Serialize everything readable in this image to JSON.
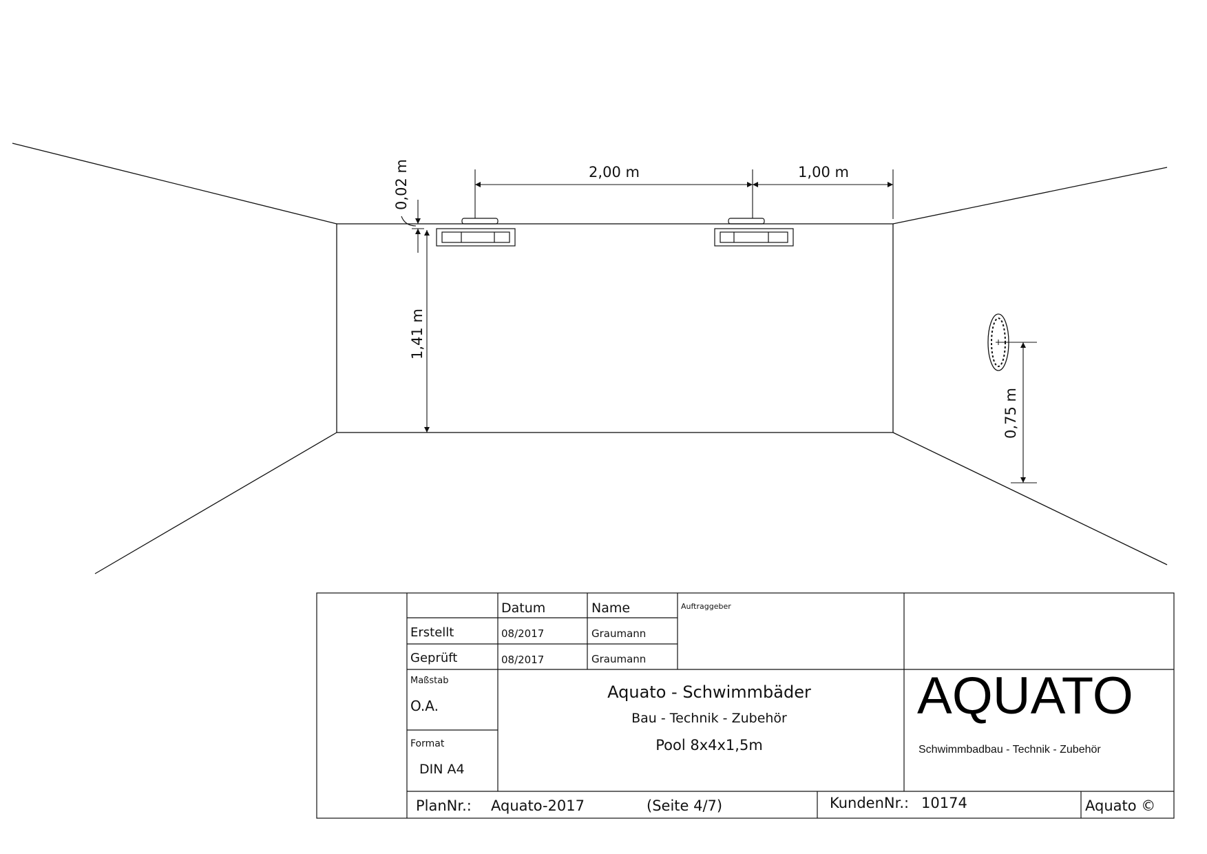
{
  "dimensions": {
    "height_pipe": "0,02 m",
    "spacing_lights": "2,00 m",
    "spacing_edge": "1,00 m",
    "height_light": "1,41 m",
    "height_nozzle": "0,75 m"
  },
  "title_block": {
    "headers": {
      "datum": "Datum",
      "name": "Name",
      "auftraggeber": "Auftraggeber"
    },
    "erstellt": {
      "label": "Erstellt",
      "datum": "08/2017",
      "name": "Graumann"
    },
    "geprueft": {
      "label": "Geprüft",
      "datum": "08/2017",
      "name": "Graumann"
    },
    "massstab": {
      "label": "Maßstab",
      "value": "O.A."
    },
    "format": {
      "label": "Format",
      "value": "DIN A4"
    },
    "company_title": "Aquato - Schwimmbäder",
    "company_subtitle": "Bau - Technik - Zubehör",
    "project": "Pool 8x4x1,5m",
    "logo": "AQUATO",
    "logo_subtitle": "Schwimmbadbau - Technik - Zubehör",
    "plan_label": "PlanNr.:",
    "plan_value": "Aquato-2017",
    "page": "(Seite 4/7)",
    "kunden_label": "KundenNr.:",
    "kunden_value": "10174",
    "copyright": "Aquato ©"
  }
}
